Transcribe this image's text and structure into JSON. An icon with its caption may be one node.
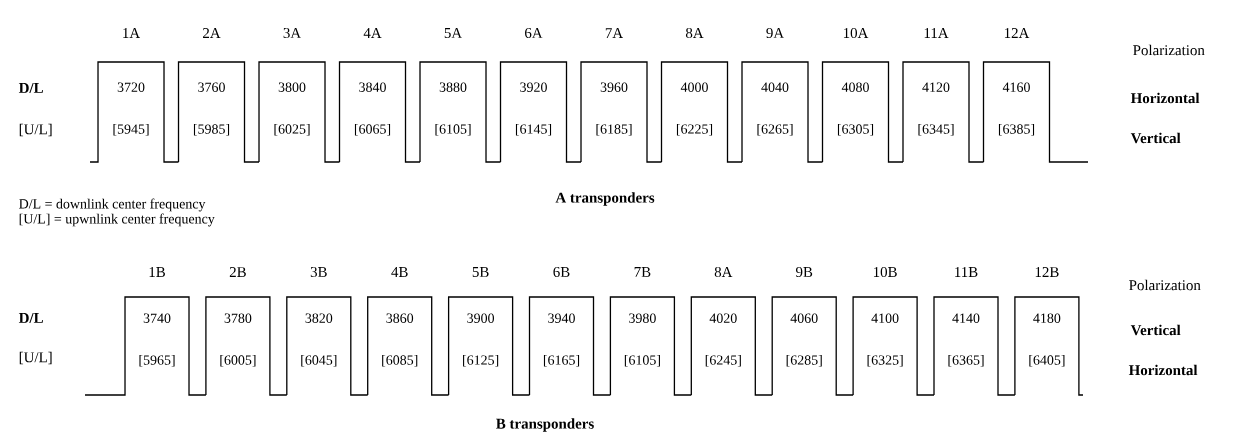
{
  "diagram": {
    "nodes": [
      {
        "text": [
          "3720",
          "[5945]"
        ],
        "beside": [
          "1A"
        ]
      },
      {
        "text": [
          "3760",
          "[5985]"
        ],
        "beside": [
          "2A"
        ]
      },
      {
        "text": [
          "3800",
          "[6025]"
        ],
        "beside": [
          "3A"
        ]
      },
      {
        "text": [
          "3840",
          "[6065]"
        ],
        "beside": [
          "4A"
        ]
      },
      {
        "text": [
          "3880",
          "[6105]"
        ],
        "beside": [
          "5A"
        ]
      },
      {
        "text": [
          "3920",
          "[6145]"
        ],
        "beside": [
          "6A"
        ]
      },
      {
        "text": [
          "3960",
          "[6185]"
        ],
        "beside": [
          "7A"
        ]
      },
      {
        "text": [
          "4000",
          "[6225]"
        ],
        "beside": [
          "8A"
        ]
      },
      {
        "text": [
          "4040",
          "[6265]"
        ],
        "beside": [
          "9A"
        ]
      },
      {
        "text": [
          "4080",
          "[6305]"
        ],
        "beside": [
          "10A"
        ]
      },
      {
        "text": [
          "4120",
          "[6345]"
        ],
        "beside": [
          "11A"
        ]
      },
      {
        "text": [
          "4160",
          "[6385]"
        ],
        "beside": [
          "12A"
        ]
      },
      {
        "text": [
          "3740",
          "[5965]"
        ],
        "beside": [
          "1B"
        ]
      },
      {
        "text": [
          "3780",
          "[6005]"
        ],
        "beside": [
          "2B"
        ]
      },
      {
        "text": [
          "3820",
          "[6045]"
        ],
        "beside": [
          "3B"
        ]
      },
      {
        "text": [
          "3860",
          "[6085]"
        ],
        "beside": [
          "4B"
        ]
      },
      {
        "text": [
          "3900",
          "[6125]"
        ],
        "beside": [
          "5B"
        ]
      },
      {
        "text": [
          "3940",
          "[6165]"
        ],
        "beside": [
          "6B"
        ]
      },
      {
        "text": [
          "3980",
          "[6105]"
        ],
        "beside": [
          "7B"
        ]
      },
      {
        "text": [
          "4020",
          "[6245]"
        ],
        "beside": [
          "8A"
        ]
      },
      {
        "text": [
          "4060",
          "[6285]"
        ],
        "beside": [
          "9B"
        ]
      },
      {
        "text": [
          "4100",
          "[6325]"
        ],
        "beside": [
          "10B"
        ]
      },
      {
        "text": [
          "4140",
          "[6365]"
        ],
        "beside": [
          "11B"
        ]
      },
      {
        "text": [
          "4180",
          "[6405]"
        ],
        "beside": [
          "12B"
        ]
      }
    ],
    "labels": [
      "Polarization",
      "D/L",
      "Horizontal",
      "[U/L]",
      "Vertical",
      "A transponders",
      "D/L = downlink center frequency",
      "[U/L] = upwnlink center frequency",
      "Polarization",
      "D/L",
      "Vertical",
      "[U/L]",
      "Horizontal",
      "B transponders"
    ]
  }
}
